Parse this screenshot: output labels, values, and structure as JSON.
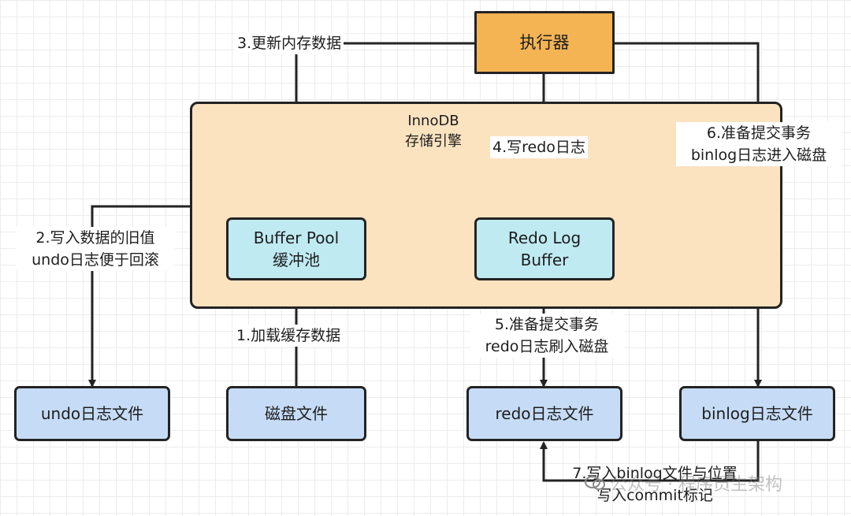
{
  "executor": "执行器",
  "innodb": {
    "line1": "InnoDB",
    "line2": "存储引擎"
  },
  "buffer_pool": {
    "line1": "Buffer Pool",
    "line2": "缓冲池"
  },
  "redo_log_buffer": {
    "line1": "Redo Log",
    "line2": "Buffer"
  },
  "files": {
    "undo": "undo日志文件",
    "disk": "磁盘文件",
    "redo": "redo日志文件",
    "binlog": "binlog日志文件"
  },
  "steps": {
    "s1": "1.加载缓存数据",
    "s2_line1": "2.写入数据的旧值",
    "s2_line2": "undo日志便于回滚",
    "s3": "3.更新内存数据",
    "s4": "4.写redo日志",
    "s5_line1": "5.准备提交事务",
    "s5_line2": "redo日志刷入磁盘",
    "s6_line1": "6.准备提交事务",
    "s6_line2": "binlog日志进入磁盘",
    "s7_line1": "7.写入binlog文件与位置",
    "s7_line2": "写入commit标记"
  },
  "watermark": "公众号 · 程序员生架构",
  "colors": {
    "executor": "#f4b454",
    "innodb": "#fbe3c0",
    "cyan_box": "#bfeaf2",
    "blue_box": "#c6dcf6",
    "line": "#232323"
  }
}
